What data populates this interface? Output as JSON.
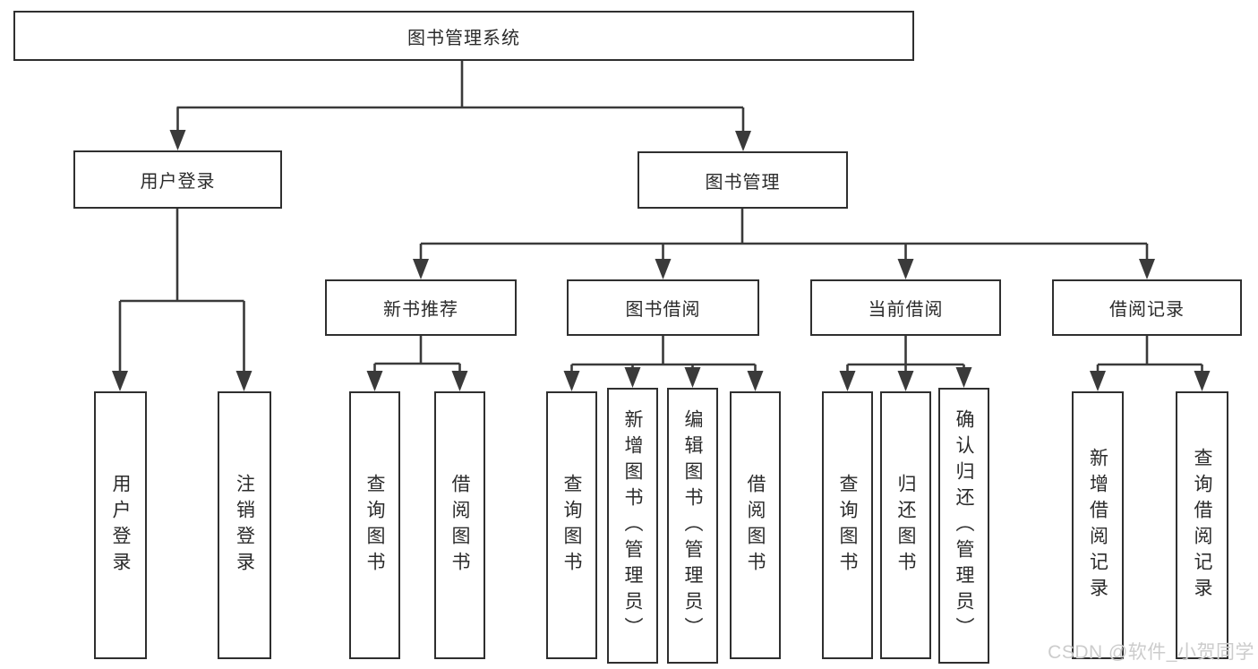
{
  "diagram_title": "图书管理系统",
  "tree": {
    "root": {
      "label": "图书管理系统"
    },
    "branches": [
      {
        "label": "用户登录",
        "children": [
          {
            "label": "用户登录"
          },
          {
            "label": "注销登录"
          }
        ]
      },
      {
        "label": "图书管理",
        "children": [
          {
            "label": "新书推荐",
            "children": [
              {
                "label": "查询图书"
              },
              {
                "label": "借阅图书"
              }
            ]
          },
          {
            "label": "图书借阅",
            "children": [
              {
                "label": "查询图书"
              },
              {
                "label": "新增图书（管理员）"
              },
              {
                "label": "编辑图书（管理员）"
              },
              {
                "label": "借阅图书"
              }
            ]
          },
          {
            "label": "当前借阅",
            "children": [
              {
                "label": "查询图书"
              },
              {
                "label": "归还图书"
              },
              {
                "label": "确认归还（管理员）"
              }
            ]
          },
          {
            "label": "借阅记录",
            "children": [
              {
                "label": "新增借阅记录"
              },
              {
                "label": "查询借阅记录"
              }
            ]
          }
        ]
      }
    ]
  },
  "watermark": "CSDN @软件_小贺同学",
  "colors": {
    "line": "#3a3a3a",
    "box_border": "#2f2f2f",
    "text": "#2b2b2b",
    "watermark": "#cccccc",
    "background": "#ffffff"
  }
}
